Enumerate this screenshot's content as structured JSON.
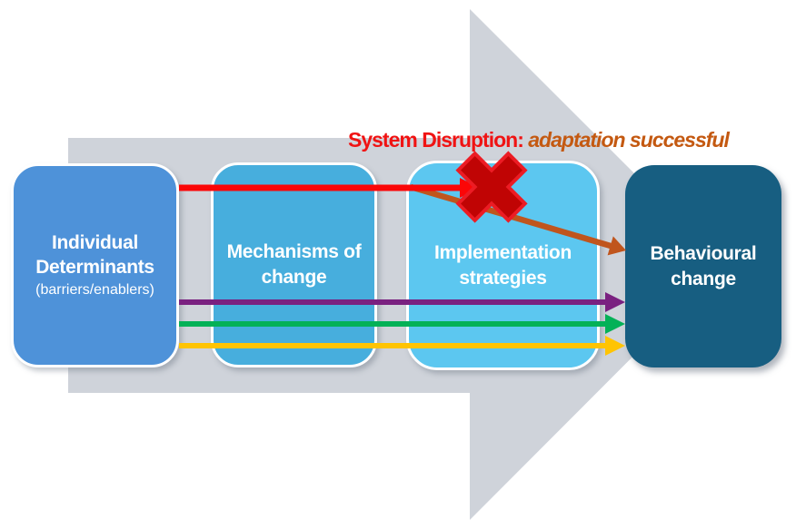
{
  "heading": {
    "disruption": "System Disruption:",
    "adaptation": " adaptation successful"
  },
  "boxes": [
    {
      "label": "Individual Determinants",
      "sublabel": "(barriers/enablers)"
    },
    {
      "label": "Mechanisms of change"
    },
    {
      "label": "Implementation strategies"
    },
    {
      "label": "Behavioural change"
    }
  ],
  "icons": {
    "cross": "heavy-multiplication-x"
  },
  "colors": {
    "canvas_bg": "#FFFFFF",
    "process_arrow": "#CFD3DA",
    "box_individual": "#4E92D9",
    "box_mechanisms": "#47AEDD",
    "box_implementation": "#5CC7F0",
    "box_behavioural": "#175E81",
    "box_text": "#FFFFFF",
    "title_disruption": "#F01313",
    "title_adaptation": "#C45911",
    "arrow_red": "#FB0607",
    "arrow_orange": "#C0551D",
    "arrow_purple": "#7A2180",
    "arrow_green": "#04B157",
    "arrow_yellow": "#FFC403",
    "cross_fill": "#C00404",
    "cross_outline": "#EC1C24"
  }
}
